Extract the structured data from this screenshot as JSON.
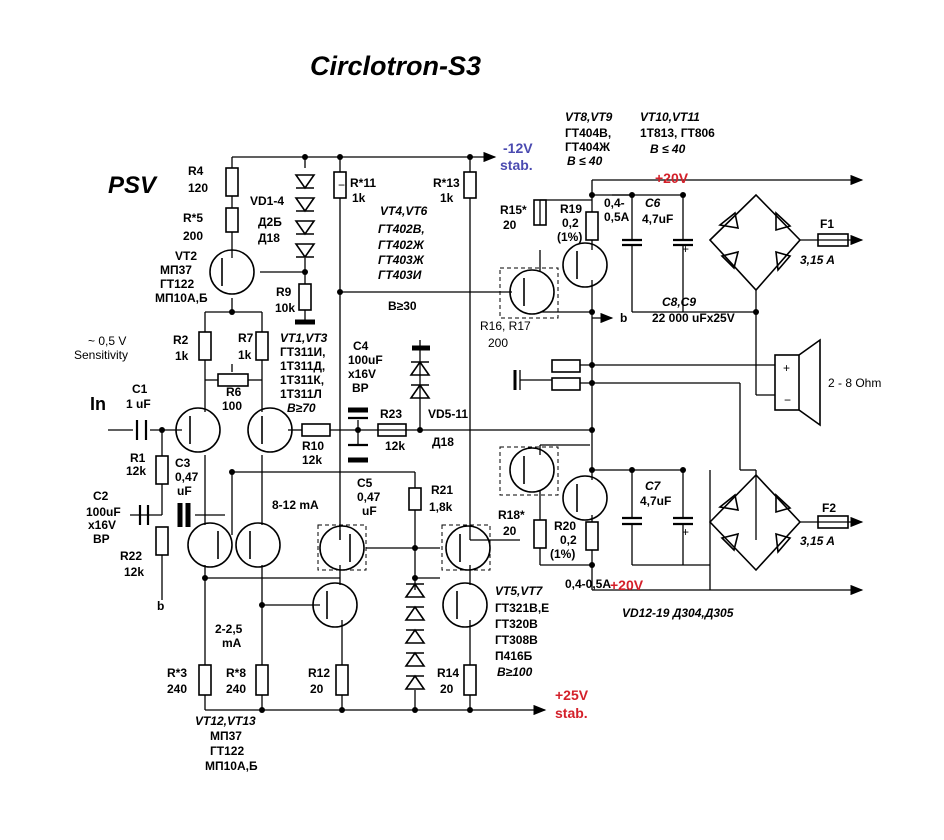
{
  "title": "Circlotron-S3",
  "psv": "PSV",
  "rails": {
    "neg12": "-12V",
    "neg12_sub": "stab.",
    "pos20_top": "+20V",
    "pos20_bot": "+20V",
    "pos25": "+25V",
    "pos25_sub": "stab."
  },
  "input": {
    "label": "In",
    "sensitivity_value": "~ 0,5 V",
    "sensitivity_label": "Sensitivity"
  },
  "components": {
    "r4": [
      "R4",
      "120"
    ],
    "r5": [
      "R*5",
      "200"
    ],
    "vd14": [
      "VD1-4",
      "Д2Б",
      "Д18"
    ],
    "vt2": [
      "VT2",
      "МП37",
      "ГТ122",
      "МП10А,Б"
    ],
    "r9": [
      "R9",
      "10k"
    ],
    "r11": [
      "R*11",
      "1k"
    ],
    "r13": [
      "R*13",
      "1k"
    ],
    "vt46": [
      "VT4,VT6",
      "ГТ402В,",
      "ГТ402Ж",
      "ГТ403Ж",
      "ГТ403И"
    ],
    "b30": "B≥30",
    "r2": [
      "R2",
      "1k"
    ],
    "r7": [
      "R7",
      "1k"
    ],
    "vt13": [
      "VT1,VT3",
      "ГТ311И,",
      "1Т311Д,",
      "1Т311К,",
      "1Т311Л",
      "B≥70"
    ],
    "r6": [
      "R6",
      "100"
    ],
    "c1": [
      "C1",
      "1 uF"
    ],
    "c4": [
      "C4",
      "100uF",
      "x16V",
      "BP"
    ],
    "r23": [
      "R23",
      "12k"
    ],
    "vd511": [
      "VD5-11",
      "Д18"
    ],
    "r10": [
      "R10",
      "12k"
    ],
    "r1": [
      "R1",
      "12k"
    ],
    "c3": [
      "C3",
      "0,47",
      "uF"
    ],
    "c2": [
      "C2",
      "100uF",
      "x16V",
      "BP"
    ],
    "r22": [
      "R22",
      "12k"
    ],
    "b_node": "b",
    "i812": "8-12 mA",
    "c5": [
      "C5",
      "0,47",
      "uF"
    ],
    "r21": [
      "R21",
      "1,8k"
    ],
    "i225": [
      "2-2,5",
      "mA"
    ],
    "r3": [
      "R*3",
      "240"
    ],
    "r8": [
      "R*8",
      "240"
    ],
    "r12": [
      "R12",
      "20"
    ],
    "r14": [
      "R14",
      "20"
    ],
    "vt57": [
      "VT5,VT7",
      "ГТ321В,Е",
      "ГТ320В",
      "ГТ308В",
      "П416Б",
      "B≥100"
    ],
    "vt1213": [
      "VT12,VT13",
      "МП37",
      "ГТ122",
      "МП10А,Б"
    ],
    "vt89": [
      "VT8,VT9",
      "ГТ404В,",
      "ГТ404Ж",
      "B ≤ 40"
    ],
    "vt1011": [
      "VT10,VT11",
      "1Т813, ГТ806",
      "B ≤ 40"
    ],
    "r15": [
      "R15*",
      "20"
    ],
    "r19": [
      "R19",
      "0,2",
      "(1%)"
    ],
    "i_top": [
      "0,4-",
      "0,5A"
    ],
    "c6": [
      "C6",
      "4,7uF"
    ],
    "f1": [
      "F1",
      "3,15 A"
    ],
    "c89": [
      "C8,C9",
      "22 000 uFx25V"
    ],
    "r1617": [
      "R16, R17",
      "200"
    ],
    "b_out": "b",
    "load": "2 - 8 Ohm",
    "r18": [
      "R18*",
      "20"
    ],
    "r20": [
      "R20",
      "0,2",
      "(1%)"
    ],
    "i_bot": "0,4-0,5A",
    "c7": [
      "C7",
      "4,7uF"
    ],
    "f2": [
      "F2",
      "3,15 A"
    ],
    "vd1219": "VD12-19 Д304,Д305"
  }
}
